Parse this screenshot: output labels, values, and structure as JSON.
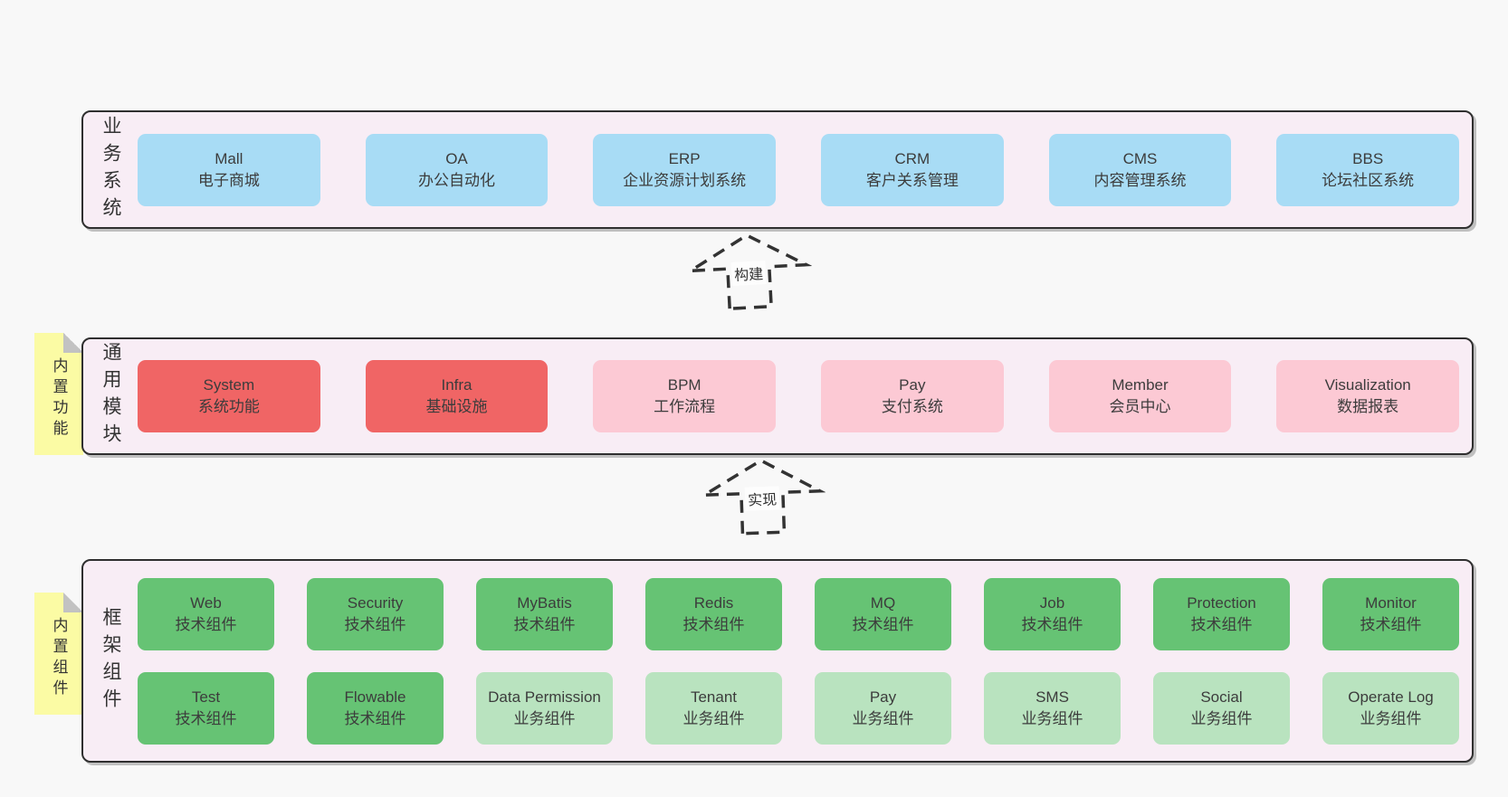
{
  "colors": {
    "page_bg": "#f8f8f8",
    "section_bg": "#f8edf5",
    "section_border": "#2f2f2f",
    "text": "#3f3f3f",
    "blue": "#a8dcf5",
    "red": "#f06565",
    "pink": "#fcc9d4",
    "green_dark": "#66c374",
    "green_light": "#b9e3bf",
    "sticky_bg": "#fbfba4",
    "sticky_fold": "#c2c2c2",
    "arrow": "#333333",
    "arrow_label_bg": "#fdfdfd"
  },
  "sections": [
    {
      "label": "业务系统",
      "sticky": null,
      "rows": [
        [
          {
            "name": "Mall",
            "sub": "电子商城",
            "variant": "blue"
          },
          {
            "name": "OA",
            "sub": "办公自动化",
            "variant": "blue"
          },
          {
            "name": "ERP",
            "sub": "企业资源计划系统",
            "variant": "blue"
          },
          {
            "name": "CRM",
            "sub": "客户关系管理",
            "variant": "blue"
          },
          {
            "name": "CMS",
            "sub": "内容管理系统",
            "variant": "blue"
          },
          {
            "name": "BBS",
            "sub": "论坛社区系统",
            "variant": "blue"
          }
        ]
      ]
    },
    {
      "label": "通用模块",
      "sticky": "内置功能",
      "rows": [
        [
          {
            "name": "System",
            "sub": "系统功能",
            "variant": "red"
          },
          {
            "name": "Infra",
            "sub": "基础设施",
            "variant": "red"
          },
          {
            "name": "BPM",
            "sub": "工作流程",
            "variant": "pink"
          },
          {
            "name": "Pay",
            "sub": "支付系统",
            "variant": "pink"
          },
          {
            "name": "Member",
            "sub": "会员中心",
            "variant": "pink"
          },
          {
            "name": "Visualization",
            "sub": "数据报表",
            "variant": "pink"
          }
        ]
      ]
    },
    {
      "label": "框架组件",
      "sticky": "内置组件",
      "rows": [
        [
          {
            "name": "Web",
            "sub": "技术组件",
            "variant": "green_dark"
          },
          {
            "name": "Security",
            "sub": "技术组件",
            "variant": "green_dark"
          },
          {
            "name": "MyBatis",
            "sub": "技术组件",
            "variant": "green_dark"
          },
          {
            "name": "Redis",
            "sub": "技术组件",
            "variant": "green_dark"
          },
          {
            "name": "MQ",
            "sub": "技术组件",
            "variant": "green_dark"
          },
          {
            "name": "Job",
            "sub": "技术组件",
            "variant": "green_dark"
          },
          {
            "name": "Protection",
            "sub": "技术组件",
            "variant": "green_dark"
          },
          {
            "name": "Monitor",
            "sub": "技术组件",
            "variant": "green_dark"
          }
        ],
        [
          {
            "name": "Test",
            "sub": "技术组件",
            "variant": "green_dark"
          },
          {
            "name": "Flowable",
            "sub": "技术组件",
            "variant": "green_dark"
          },
          {
            "name": "Data Permission",
            "sub": "业务组件",
            "variant": "green_light"
          },
          {
            "name": "Tenant",
            "sub": "业务组件",
            "variant": "green_light"
          },
          {
            "name": "Pay",
            "sub": "业务组件",
            "variant": "green_light"
          },
          {
            "name": "SMS",
            "sub": "业务组件",
            "variant": "green_light"
          },
          {
            "name": "Social",
            "sub": "业务组件",
            "variant": "green_light"
          },
          {
            "name": "Operate Log",
            "sub": "业务组件",
            "variant": "green_light"
          }
        ]
      ]
    }
  ],
  "arrows": [
    {
      "label": "构建"
    },
    {
      "label": "实现"
    }
  ]
}
